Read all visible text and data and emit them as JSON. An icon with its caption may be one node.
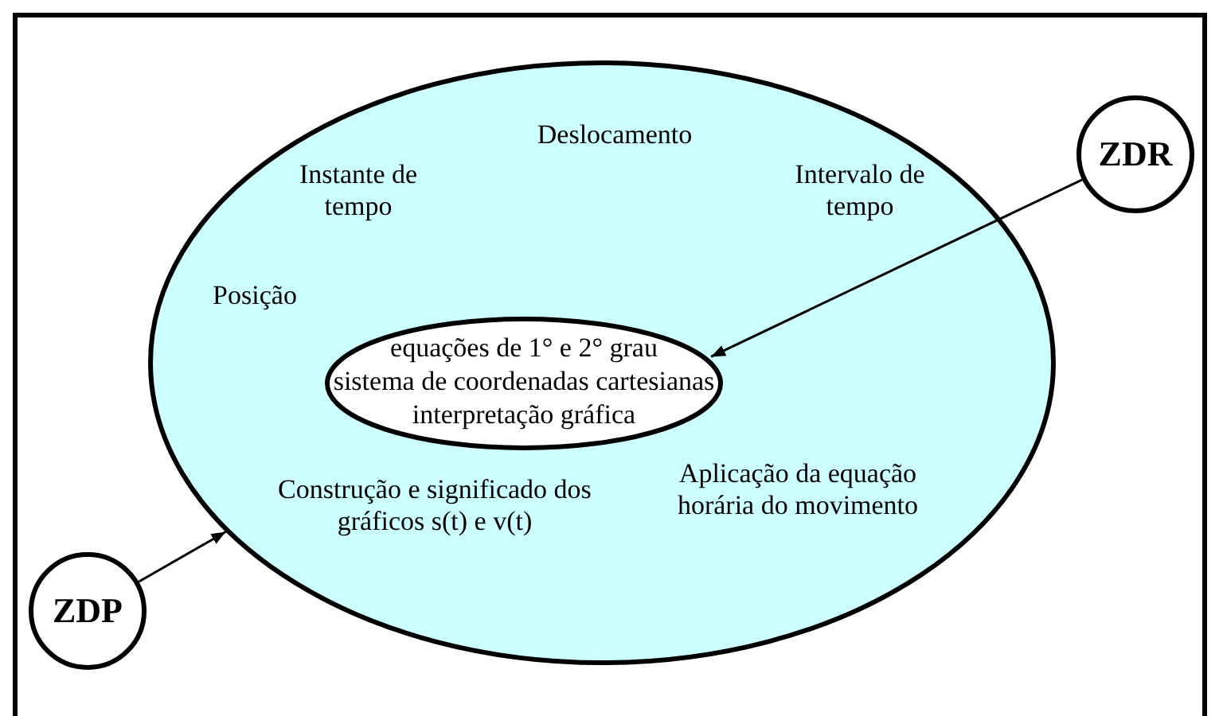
{
  "diagram": {
    "nodes": [
      {
        "text": [
          "Deslocamento",
          "Instante de tempo",
          "Intervalo de tempo",
          "Posição",
          "Construção e significado dos gráficos s(t) e v(t)",
          "Aplicação da equação horária do movimento"
        ]
      },
      {
        "text": [
          "equações de 1° e 2° grau",
          "sistema de coordenadas cartesianas",
          "interpretação gráfica"
        ],
        "in": 0
      },
      {
        "text": [
          "ZDR"
        ]
      },
      {
        "text": [
          "ZDP"
        ]
      }
    ],
    "edges": [
      {
        "from": 2,
        "to": 1,
        "arrow": "to"
      },
      {
        "from": 3,
        "to": 0,
        "arrow": "to"
      }
    ]
  }
}
